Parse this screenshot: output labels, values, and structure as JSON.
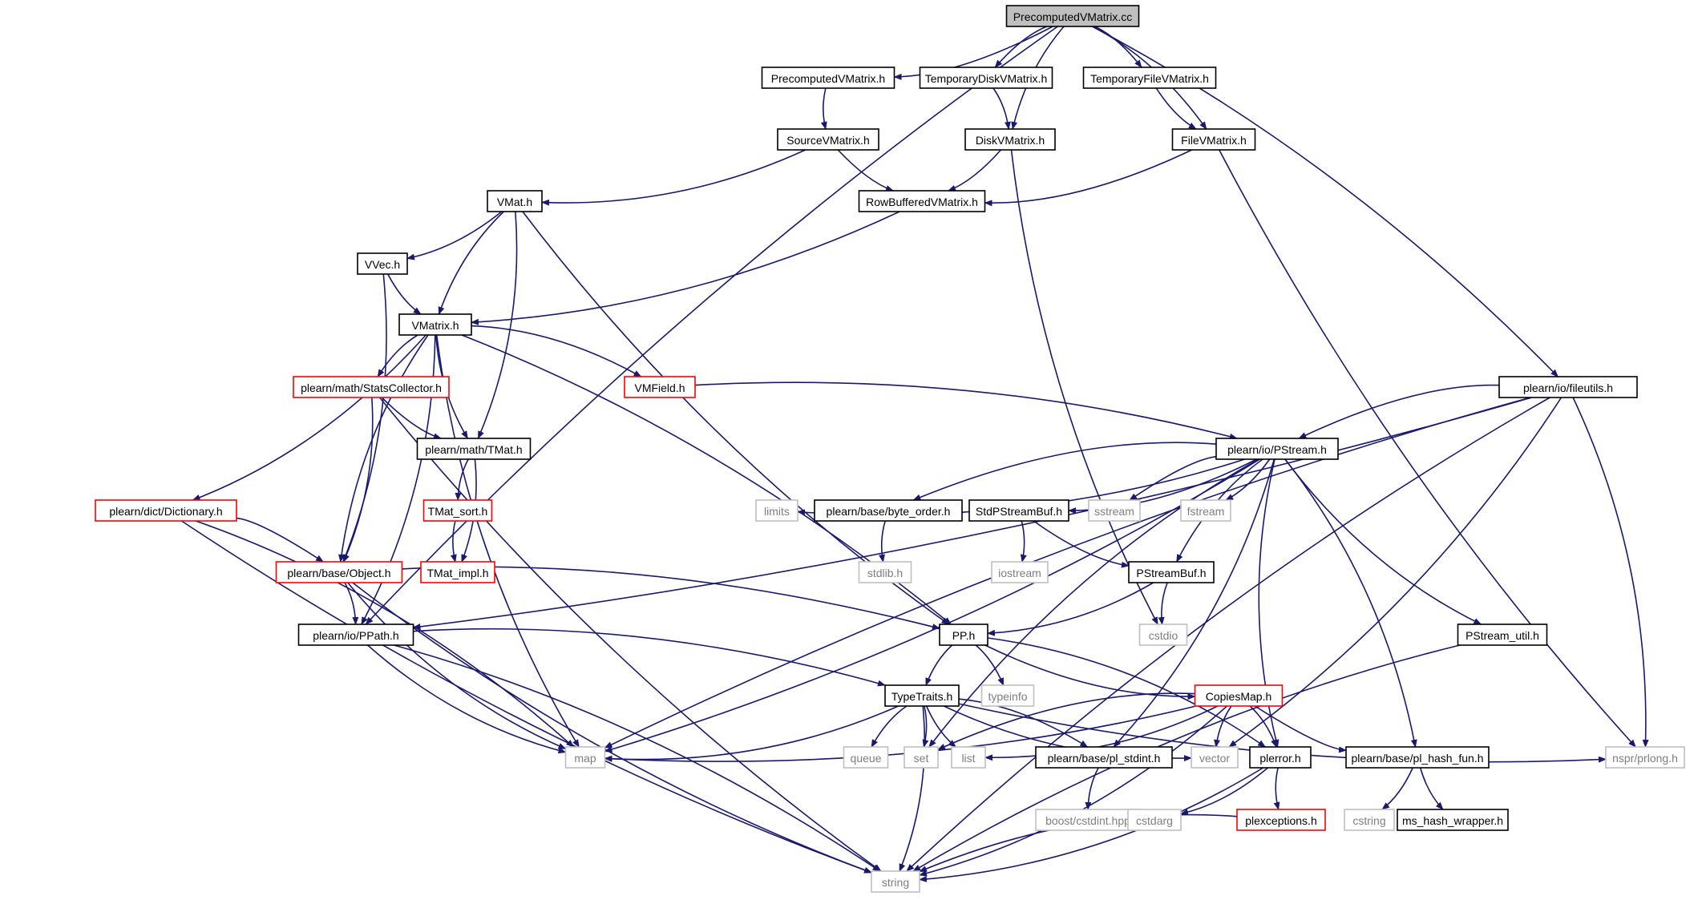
{
  "colors": {
    "edge": "#191970",
    "root_fill": "#bfbfbf",
    "box_border": "#000000",
    "truncated_border": "#ff0000",
    "external_border": "#bfbfbf",
    "external_text": "#7f7f7f",
    "text": "#000000"
  },
  "nodes": [
    {
      "id": "root",
      "label": "PrecomputedVMatrix.cc",
      "kind": "root"
    },
    {
      "id": "pvm_h",
      "label": "PrecomputedVMatrix.h",
      "kind": "normal"
    },
    {
      "id": "tdvm_h",
      "label": "TemporaryDiskVMatrix.h",
      "kind": "normal"
    },
    {
      "id": "tfvm_h",
      "label": "TemporaryFileVMatrix.h",
      "kind": "normal"
    },
    {
      "id": "svm_h",
      "label": "SourceVMatrix.h",
      "kind": "normal"
    },
    {
      "id": "dvm_h",
      "label": "DiskVMatrix.h",
      "kind": "normal"
    },
    {
      "id": "fvm_h",
      "label": "FileVMatrix.h",
      "kind": "normal"
    },
    {
      "id": "vmat_h",
      "label": "VMat.h",
      "kind": "normal"
    },
    {
      "id": "rbvm_h",
      "label": "RowBufferedVMatrix.h",
      "kind": "normal"
    },
    {
      "id": "vvec_h",
      "label": "VVec.h",
      "kind": "normal"
    },
    {
      "id": "vmatrix_h",
      "label": "VMatrix.h",
      "kind": "normal"
    },
    {
      "id": "statscol_h",
      "label": "plearn/math/StatsCollector.h",
      "kind": "truncated"
    },
    {
      "id": "vmfield_h",
      "label": "VMField.h",
      "kind": "truncated"
    },
    {
      "id": "fileutils_h",
      "label": "plearn/io/fileutils.h",
      "kind": "normal"
    },
    {
      "id": "tmat_h",
      "label": "plearn/math/TMat.h",
      "kind": "normal"
    },
    {
      "id": "pstream_h",
      "label": "plearn/io/PStream.h",
      "kind": "normal"
    },
    {
      "id": "dict_h",
      "label": "plearn/dict/Dictionary.h",
      "kind": "truncated"
    },
    {
      "id": "tmat_sort_h",
      "label": "TMat_sort.h",
      "kind": "truncated"
    },
    {
      "id": "limits",
      "label": "limits",
      "kind": "external"
    },
    {
      "id": "byte_order_h",
      "label": "plearn/base/byte_order.h",
      "kind": "normal"
    },
    {
      "id": "stdpsb_h",
      "label": "StdPStreamBuf.h",
      "kind": "normal"
    },
    {
      "id": "sstream",
      "label": "sstream",
      "kind": "external"
    },
    {
      "id": "fstream",
      "label": "fstream",
      "kind": "external"
    },
    {
      "id": "stdlib_h",
      "label": "stdlib.h",
      "kind": "external"
    },
    {
      "id": "iostream",
      "label": "iostream",
      "kind": "external"
    },
    {
      "id": "object_h",
      "label": "plearn/base/Object.h",
      "kind": "truncated"
    },
    {
      "id": "tmat_impl_h",
      "label": "TMat_impl.h",
      "kind": "truncated"
    },
    {
      "id": "psb_h",
      "label": "PStreamBuf.h",
      "kind": "normal"
    },
    {
      "id": "ppath_h",
      "label": "plearn/io/PPath.h",
      "kind": "normal"
    },
    {
      "id": "pp_h",
      "label": "PP.h",
      "kind": "normal"
    },
    {
      "id": "cstdio",
      "label": "cstdio",
      "kind": "external"
    },
    {
      "id": "pstream_util_h",
      "label": "PStream_util.h",
      "kind": "normal"
    },
    {
      "id": "typetraits_h",
      "label": "TypeTraits.h",
      "kind": "normal"
    },
    {
      "id": "typeinfo",
      "label": "typeinfo",
      "kind": "external"
    },
    {
      "id": "copiesmap_h",
      "label": "CopiesMap.h",
      "kind": "truncated"
    },
    {
      "id": "map",
      "label": "map",
      "kind": "external"
    },
    {
      "id": "queue",
      "label": "queue",
      "kind": "external"
    },
    {
      "id": "set",
      "label": "set",
      "kind": "external"
    },
    {
      "id": "list",
      "label": "list",
      "kind": "external"
    },
    {
      "id": "pl_stdint_h",
      "label": "plearn/base/pl_stdint.h",
      "kind": "normal"
    },
    {
      "id": "vector",
      "label": "vector",
      "kind": "external"
    },
    {
      "id": "plerror_h",
      "label": "plerror.h",
      "kind": "normal"
    },
    {
      "id": "pl_hash_fun_h",
      "label": "plearn/base/pl_hash_fun.h",
      "kind": "normal"
    },
    {
      "id": "nspr_prlong_h",
      "label": "nspr/prlong.h",
      "kind": "external"
    },
    {
      "id": "boost_cstdint",
      "label": "boost/cstdint.hpp",
      "kind": "external"
    },
    {
      "id": "cstdarg",
      "label": "cstdarg",
      "kind": "external"
    },
    {
      "id": "plexceptions_h",
      "label": "plexceptions.h",
      "kind": "truncated"
    },
    {
      "id": "cstring",
      "label": "cstring",
      "kind": "external"
    },
    {
      "id": "ms_hash_wrapper_h",
      "label": "ms_hash_wrapper.h",
      "kind": "normal"
    },
    {
      "id": "string",
      "label": "string",
      "kind": "external"
    }
  ],
  "edges": [
    [
      "root",
      "pvm_h"
    ],
    [
      "root",
      "tdvm_h"
    ],
    [
      "root",
      "tfvm_h"
    ],
    [
      "root",
      "dvm_h"
    ],
    [
      "root",
      "fvm_h"
    ],
    [
      "root",
      "ppath_h"
    ],
    [
      "root",
      "fileutils_h"
    ],
    [
      "pvm_h",
      "svm_h"
    ],
    [
      "tdvm_h",
      "dvm_h"
    ],
    [
      "tfvm_h",
      "fvm_h"
    ],
    [
      "svm_h",
      "vmat_h"
    ],
    [
      "svm_h",
      "rbvm_h"
    ],
    [
      "dvm_h",
      "rbvm_h"
    ],
    [
      "dvm_h",
      "cstdio"
    ],
    [
      "fvm_h",
      "rbvm_h"
    ],
    [
      "fvm_h",
      "nspr_prlong_h"
    ],
    [
      "vmat_h",
      "vvec_h"
    ],
    [
      "vmat_h",
      "vmatrix_h"
    ],
    [
      "vmat_h",
      "tmat_h"
    ],
    [
      "vmat_h",
      "pp_h"
    ],
    [
      "rbvm_h",
      "vmatrix_h"
    ],
    [
      "vvec_h",
      "vmatrix_h"
    ],
    [
      "vvec_h",
      "object_h"
    ],
    [
      "vmatrix_h",
      "statscol_h"
    ],
    [
      "vmatrix_h",
      "vmfield_h"
    ],
    [
      "vmatrix_h",
      "tmat_h"
    ],
    [
      "vmatrix_h",
      "dict_h"
    ],
    [
      "vmatrix_h",
      "object_h"
    ],
    [
      "vmatrix_h",
      "ppath_h"
    ],
    [
      "vmatrix_h",
      "map"
    ],
    [
      "vmatrix_h",
      "pp_h"
    ],
    [
      "statscol_h",
      "tmat_h"
    ],
    [
      "statscol_h",
      "object_h"
    ],
    [
      "statscol_h",
      "string"
    ],
    [
      "vmfield_h",
      "pstream_h"
    ],
    [
      "fileutils_h",
      "pstream_h"
    ],
    [
      "fileutils_h",
      "ppath_h"
    ],
    [
      "fileutils_h",
      "map"
    ],
    [
      "fileutils_h",
      "vector"
    ],
    [
      "fileutils_h",
      "string"
    ],
    [
      "fileutils_h",
      "nspr_prlong_h"
    ],
    [
      "tmat_h",
      "tmat_sort_h"
    ],
    [
      "tmat_h",
      "tmat_impl_h"
    ],
    [
      "tmat_sort_h",
      "tmat_impl_h"
    ],
    [
      "pstream_h",
      "limits"
    ],
    [
      "pstream_h",
      "byte_order_h"
    ],
    [
      "pstream_h",
      "stdpsb_h"
    ],
    [
      "pstream_h",
      "sstream"
    ],
    [
      "pstream_h",
      "fstream"
    ],
    [
      "pstream_h",
      "psb_h"
    ],
    [
      "pstream_h",
      "map"
    ],
    [
      "pstream_h",
      "set"
    ],
    [
      "pstream_h",
      "pl_stdint_h"
    ],
    [
      "pstream_h",
      "plerror_h"
    ],
    [
      "pstream_h",
      "pl_hash_fun_h"
    ],
    [
      "pstream_h",
      "pstream_util_h"
    ],
    [
      "dict_h",
      "object_h"
    ],
    [
      "dict_h",
      "string"
    ],
    [
      "dict_h",
      "map"
    ],
    [
      "byte_order_h",
      "stdlib_h"
    ],
    [
      "stdpsb_h",
      "iostream"
    ],
    [
      "stdpsb_h",
      "psb_h"
    ],
    [
      "object_h",
      "ppath_h"
    ],
    [
      "object_h",
      "map"
    ],
    [
      "object_h",
      "pp_h"
    ],
    [
      "object_h",
      "string"
    ],
    [
      "psb_h",
      "pp_h"
    ],
    [
      "psb_h",
      "cstdio"
    ],
    [
      "ppath_h",
      "typetraits_h"
    ],
    [
      "ppath_h",
      "map"
    ],
    [
      "ppath_h",
      "string"
    ],
    [
      "pp_h",
      "typetraits_h"
    ],
    [
      "pp_h",
      "typeinfo"
    ],
    [
      "pp_h",
      "copiesmap_h"
    ],
    [
      "pp_h",
      "plerror_h"
    ],
    [
      "pstream_util_h",
      "string"
    ],
    [
      "typetraits_h",
      "map"
    ],
    [
      "typetraits_h",
      "queue"
    ],
    [
      "typetraits_h",
      "set"
    ],
    [
      "typetraits_h",
      "list"
    ],
    [
      "typetraits_h",
      "pl_stdint_h"
    ],
    [
      "typetraits_h",
      "vector"
    ],
    [
      "typetraits_h",
      "string"
    ],
    [
      "typetraits_h",
      "nspr_prlong_h"
    ],
    [
      "copiesmap_h",
      "map"
    ],
    [
      "copiesmap_h",
      "set"
    ],
    [
      "copiesmap_h",
      "list"
    ],
    [
      "copiesmap_h",
      "vector"
    ],
    [
      "copiesmap_h",
      "plerror_h"
    ],
    [
      "copiesmap_h",
      "pl_hash_fun_h"
    ],
    [
      "copiesmap_h",
      "string"
    ],
    [
      "pl_stdint_h",
      "boost_cstdint"
    ],
    [
      "plerror_h",
      "cstdarg"
    ],
    [
      "plerror_h",
      "plexceptions_h"
    ],
    [
      "plerror_h",
      "string"
    ],
    [
      "plexceptions_h",
      "string"
    ],
    [
      "pl_hash_fun_h",
      "cstring"
    ],
    [
      "pl_hash_fun_h",
      "ms_hash_wrapper_h"
    ]
  ]
}
